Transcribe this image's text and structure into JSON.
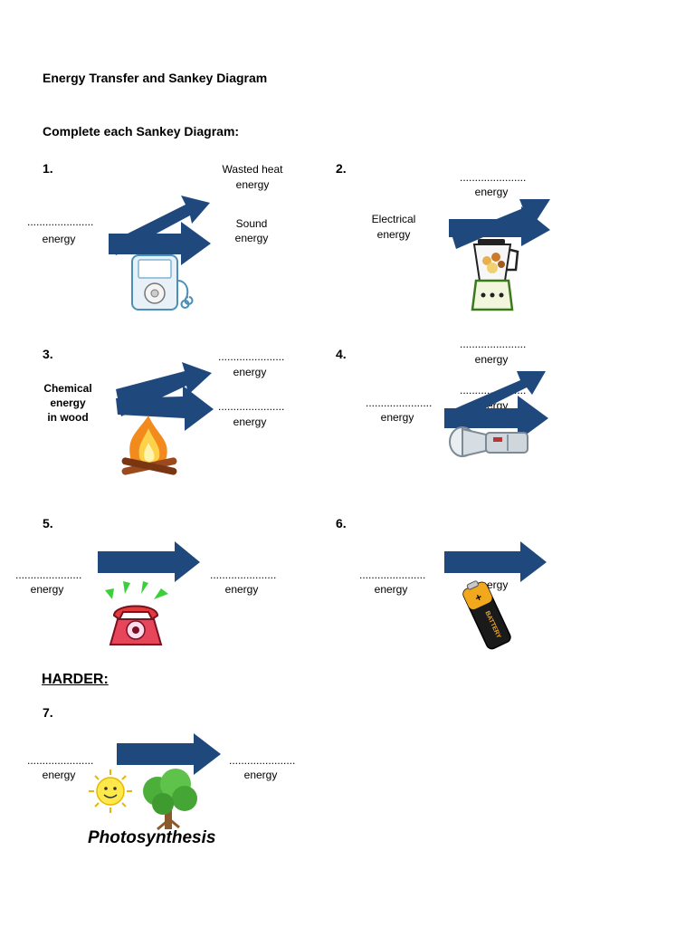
{
  "page": {
    "title": "Energy Transfer and Sankey Diagram",
    "instruction": "Complete each Sankey Diagram:"
  },
  "colors": {
    "arrow": "#1f497d"
  },
  "diagrams": [
    {
      "number": "1.",
      "input_blank": "......................",
      "input_label": "energy",
      "output_top": "Wasted heat\nenergy",
      "output_bottom": "Sound\nenergy",
      "icon": "mp3-player-icon"
    },
    {
      "number": "2.",
      "input_label": "Electrical\nenergy",
      "output_top_blank": "......................",
      "output_top_label": "energy",
      "icon": "blender-icon"
    },
    {
      "number": "3.",
      "input_label": "Chemical\nenergy\nin wood",
      "output_top_blank": "......................",
      "output_top_label": "energy",
      "output_bottom_blank": "......................",
      "output_bottom_label": "energy",
      "icon": "campfire-icon"
    },
    {
      "number": "4.",
      "input_blank": "......................",
      "input_label": "energy",
      "output_top_blank": "......................",
      "output_top_label": "energy",
      "output_bottom_blank": "......................",
      "output_bottom_label": "energy",
      "icon": "torch-icon"
    },
    {
      "number": "5.",
      "input_blank": "......................",
      "input_label": "energy",
      "output_blank": "......................",
      "output_label": "energy",
      "icon": "telephone-icon"
    },
    {
      "number": "6.",
      "input_blank": "......................",
      "input_label": "energy",
      "output_blank": "......................",
      "output_label": "energy",
      "icon": "battery-icon",
      "battery_text": "BATTERY"
    },
    {
      "number": "7.",
      "input_blank": "......................",
      "input_label": "energy",
      "output_blank": "......................",
      "output_label": "energy",
      "icon": "sun-tree-icon",
      "caption": "Photosynthesis"
    }
  ],
  "harder": "HARDER:"
}
